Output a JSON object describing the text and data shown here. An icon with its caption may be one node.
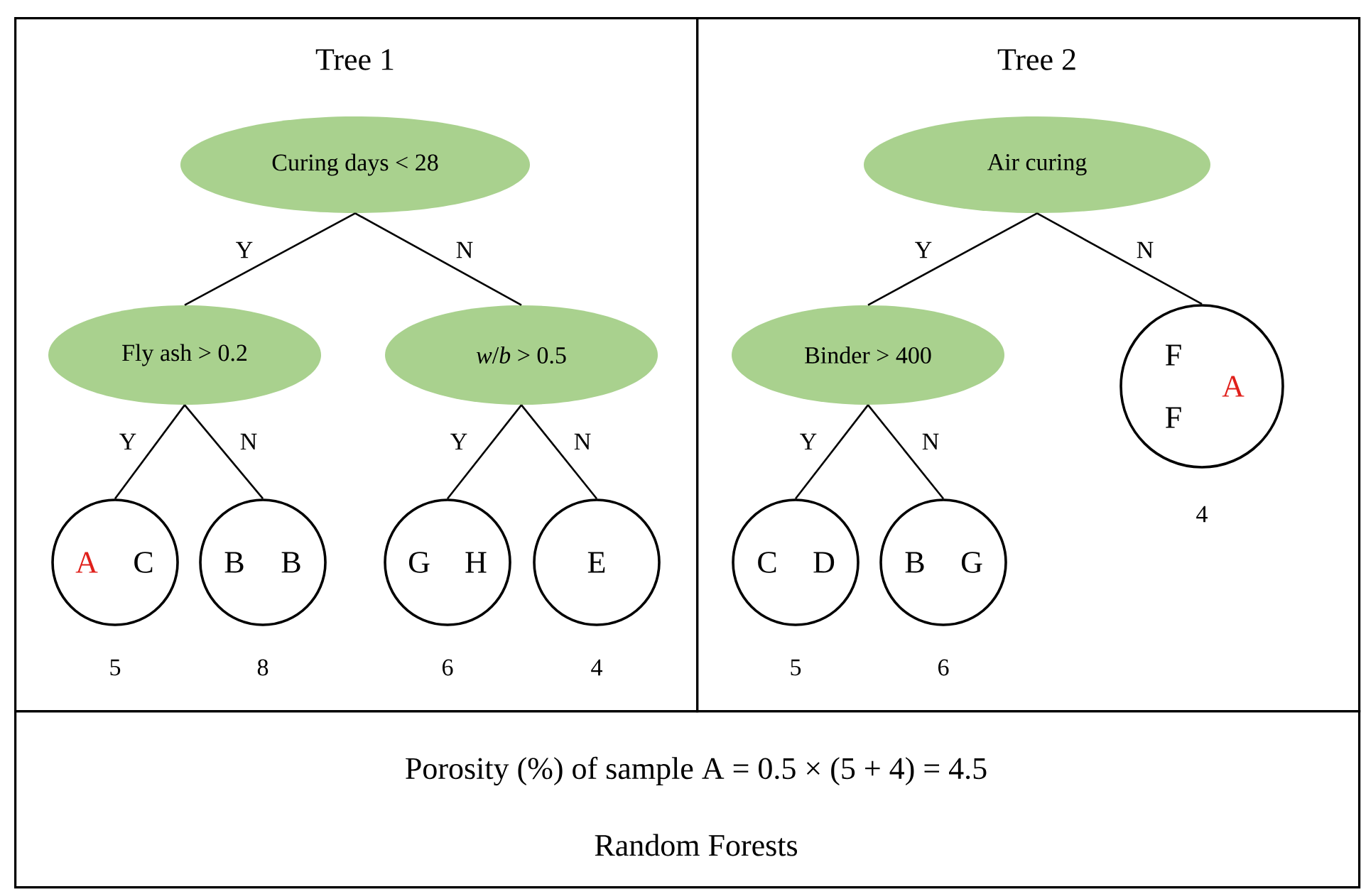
{
  "diagram": {
    "nodes": [
      {
        "text": [
          "Tree 1"
        ]
      },
      {
        "text": [
          "Curing days < 28"
        ],
        "in": 0
      },
      {
        "text": [
          "Fly ash > 0.2"
        ],
        "in": 0
      },
      {
        "text": [
          "*w*/*b* > 0.5"
        ],
        "in": 0
      },
      {
        "text": [
          "A",
          "C"
        ],
        "beside": [
          "5"
        ],
        "in": 0
      },
      {
        "text": [
          "B",
          "B"
        ],
        "beside": [
          "8"
        ],
        "in": 0
      },
      {
        "text": [
          "G",
          "H"
        ],
        "beside": [
          "6"
        ],
        "in": 0
      },
      {
        "text": [
          "E"
        ],
        "beside": [
          "4"
        ],
        "in": 0
      },
      {
        "text": [
          "Tree 2"
        ]
      },
      {
        "text": [
          "Air curing"
        ],
        "in": 8
      },
      {
        "text": [
          "Binder > 400"
        ],
        "in": 8
      },
      {
        "text": [
          "C",
          "D"
        ],
        "beside": [
          "5"
        ],
        "in": 8
      },
      {
        "text": [
          "B",
          "G"
        ],
        "beside": [
          "6"
        ],
        "in": 8
      },
      {
        "text": [
          "F",
          "F",
          "A"
        ],
        "beside": [
          "4"
        ],
        "in": 8
      },
      {
        "text": [
          "Porosity (%) of sample A = 0.5 × (5 + 4) = 4.5",
          "Random Forests"
        ]
      }
    ],
    "edges": [
      {
        "from": 1,
        "to": 2,
        "arrow": "none",
        "label": "Y"
      },
      {
        "from": 1,
        "to": 3,
        "arrow": "none",
        "label": "N"
      },
      {
        "from": 2,
        "to": 4,
        "arrow": "none",
        "label": "Y"
      },
      {
        "from": 2,
        "to": 5,
        "arrow": "none",
        "label": "N"
      },
      {
        "from": 3,
        "to": 6,
        "arrow": "none",
        "label": "Y"
      },
      {
        "from": 3,
        "to": 7,
        "arrow": "none",
        "label": "N"
      },
      {
        "from": 9,
        "to": 10,
        "arrow": "none",
        "label": "Y"
      },
      {
        "from": 9,
        "to": 13,
        "arrow": "none",
        "label": "N"
      },
      {
        "from": 10,
        "to": 11,
        "arrow": "none",
        "label": "Y"
      },
      {
        "from": 10,
        "to": 12,
        "arrow": "none",
        "label": "N"
      }
    ]
  }
}
